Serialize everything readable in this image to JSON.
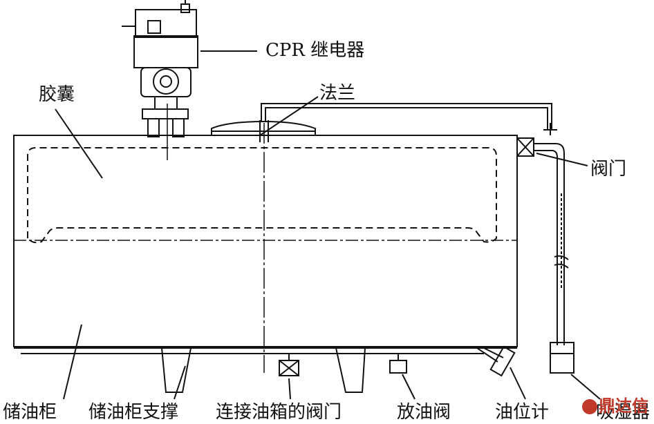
{
  "labels": {
    "cpr_relay": "CPR 继电器",
    "bladder": "胶囊",
    "flange": "法兰",
    "valve": "阀门",
    "conservator": "储油柜",
    "conservator_support": "储油柜支撑",
    "connecting_valve": "连接油箱的阀门",
    "drain_valve": "放油阀",
    "oil_level_gauge": "油位计",
    "breather": "吸湿器"
  },
  "watermark": "鼎达信",
  "colors": {
    "line": "#111111",
    "watermark": "#c0392b"
  }
}
